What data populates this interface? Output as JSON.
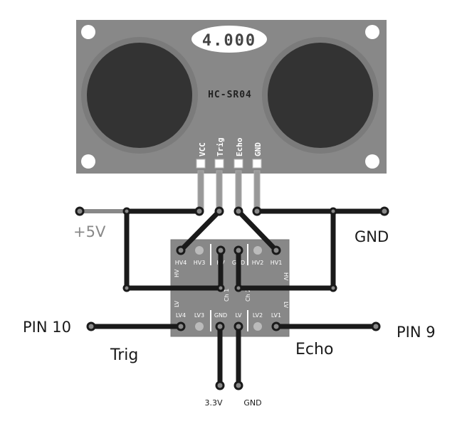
{
  "sensor": {
    "display": "4.000",
    "model": "HC-SR04",
    "pins": [
      "VCC",
      "Trig",
      "Echo",
      "GND"
    ]
  },
  "level_shifter": {
    "hv_pins": [
      "HV4",
      "HV3",
      "HV",
      "GND",
      "HV2",
      "HV1"
    ],
    "lv_pins": [
      "LV4",
      "LV3",
      "GND",
      "LV",
      "LV2",
      "LV1"
    ],
    "side_hv": "HV",
    "side_lv": "LV",
    "ch1": "Ch 1",
    "ch2": "Ch 2"
  },
  "labels": {
    "plus5v": "+5V",
    "gnd_right": "GND",
    "pin10": "PIN 10",
    "pin9": "PIN 9",
    "trig": "Trig",
    "echo": "Echo",
    "v33": "3.3V",
    "gnd_bottom": "GND"
  },
  "colors": {
    "board": "#888888",
    "board_border": "#777777",
    "wire": "#1a1a1a",
    "wire_gray": "#888888",
    "transducer": "#333333"
  }
}
